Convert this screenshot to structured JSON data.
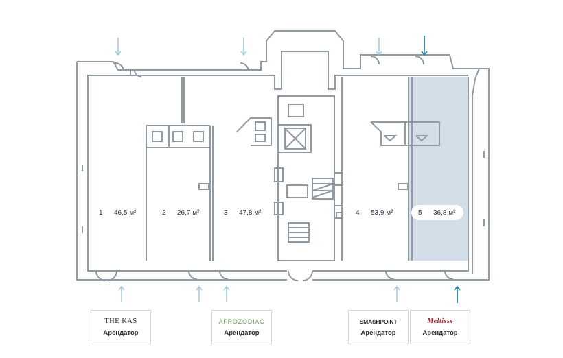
{
  "units": [
    {
      "number": "1",
      "area": "46,5 м²"
    },
    {
      "number": "2",
      "area": "26,7 м²"
    },
    {
      "number": "3",
      "area": "47,8 м²"
    },
    {
      "number": "4",
      "area": "53,9 м²"
    },
    {
      "number": "5",
      "area": "36,8 м²",
      "highlighted": true
    }
  ],
  "tenants": [
    {
      "name": "THE KAS",
      "role": "Арендатор"
    },
    {
      "name": "AFROZODIAC",
      "role": "Арендатор"
    },
    {
      "name": "SMASHPOINT",
      "role": "Арендатор"
    },
    {
      "name": "Meltisss",
      "role": "Арендатор"
    }
  ],
  "colors": {
    "wall": "#8f9aa5",
    "highlight": "#d4dee8",
    "arrow": "#9fcad8",
    "arrow_active": "#2f84ad"
  }
}
